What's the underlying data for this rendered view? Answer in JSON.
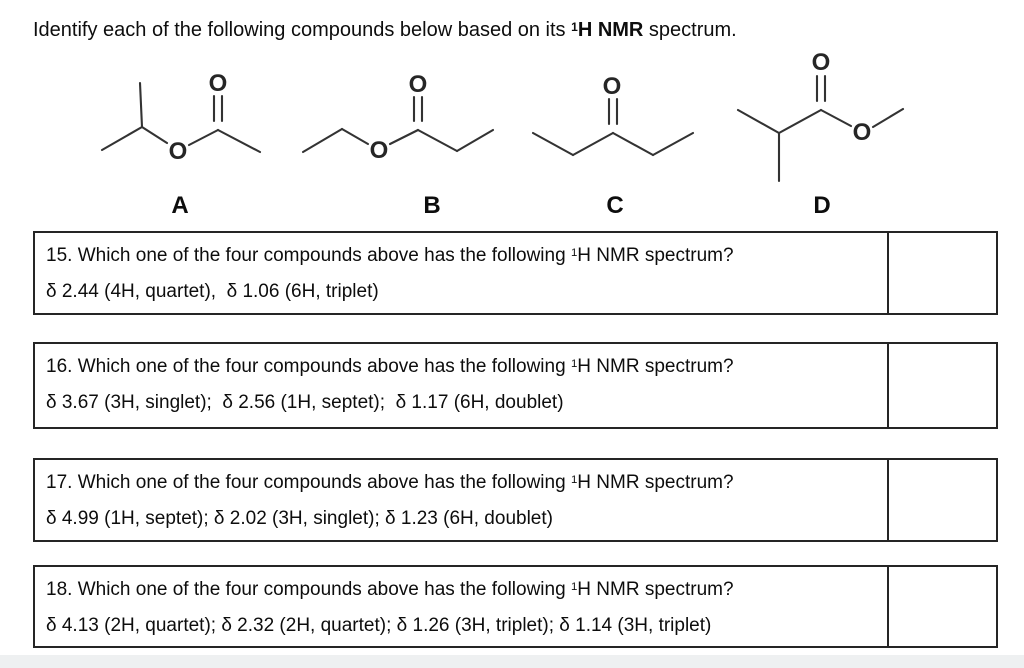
{
  "title": {
    "prefix": "Identify each of the following compounds below based on its ",
    "sup": "1",
    "bold": "H NMR",
    "suffix": " spectrum."
  },
  "atom": {
    "oxygen": "O"
  },
  "compounds": [
    {
      "label": "A"
    },
    {
      "label": "B"
    },
    {
      "label": "C"
    },
    {
      "label": "D"
    }
  ],
  "questions": [
    {
      "line1_prefix": "15. Which one of the four compounds above has the following ",
      "sup": "1",
      "line1_suffix": "H NMR spectrum?",
      "shifts": "δ 2.44 (4H, quartet),  δ 1.06 (6H, triplet)",
      "answer": ""
    },
    {
      "line1_prefix": "16. Which one of the four compounds above has the following ",
      "sup": "1",
      "line1_suffix": "H NMR spectrum?",
      "shifts": "δ 3.67 (3H, singlet);  δ 2.56 (1H, septet);  δ 1.17 (6H, doublet)",
      "answer": ""
    },
    {
      "line1_prefix": "17. Which one of the four compounds above has the following ",
      "sup": "1",
      "line1_suffix": "H NMR spectrum?",
      "shifts": "δ 4.99 (1H, septet); δ 2.02 (3H, singlet); δ 1.23 (6H, doublet)",
      "answer": ""
    },
    {
      "line1_prefix": "18. Which one of the four compounds above has the following ",
      "sup": "1",
      "line1_suffix": "H NMR spectrum?",
      "shifts": "δ 4.13 (2H, quartet); δ 2.32 (2H, quartet); δ 1.26 (3H, triplet); δ 1.14 (3H, triplet)",
      "answer": ""
    }
  ]
}
